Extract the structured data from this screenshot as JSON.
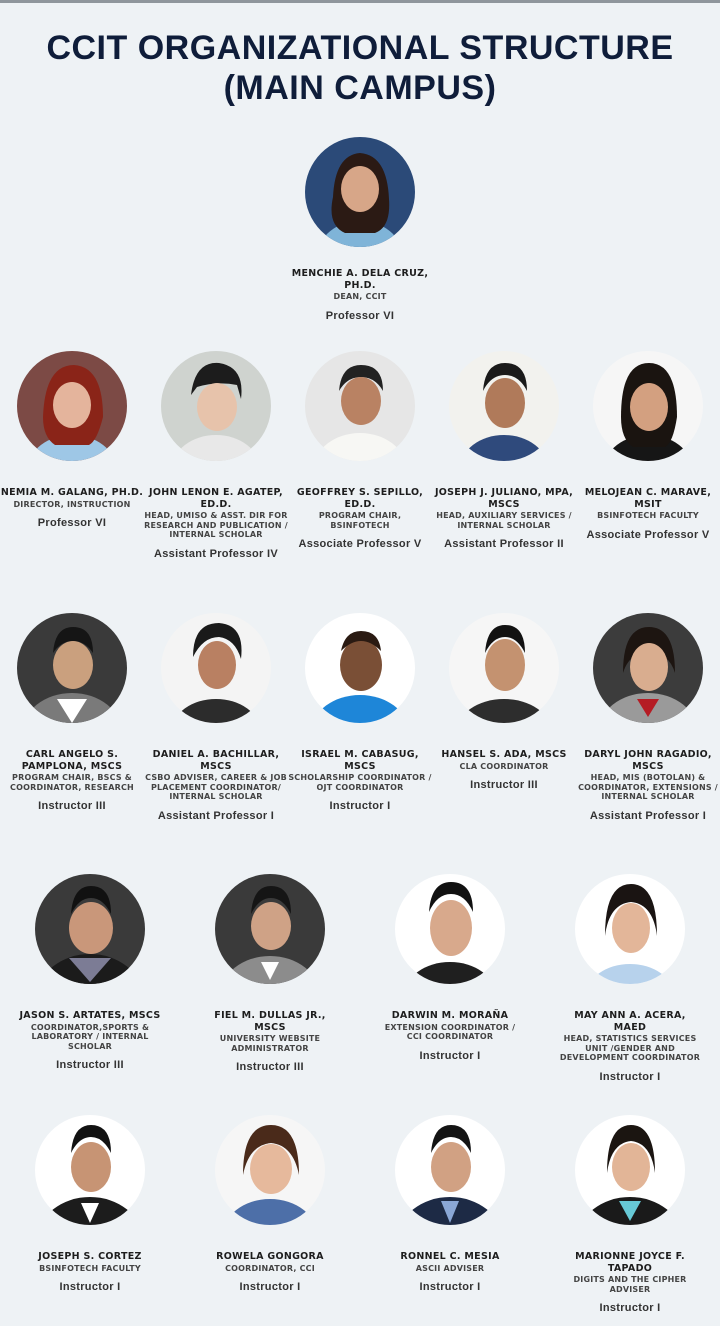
{
  "title": {
    "line1": "CCIT ORGANIZATIONAL STRUCTURE",
    "line2": "(MAIN CAMPUS)"
  },
  "dean": {
    "name": "MENCHIE A. DELA CRUZ, PH.D.",
    "role": "DEAN, CCIT",
    "rank": "Professor VI"
  },
  "row1": [
    {
      "name": "NEMIA M. GALANG, PH.D.",
      "role": "DIRECTOR, INSTRUCTION",
      "rank": "Professor VI"
    },
    {
      "name": "JOHN LENON E. AGATEP, ED.D.",
      "role": "HEAD, UMISO & ASST. DIR FOR RESEARCH AND PUBLICATION / INTERNAL SCHOLAR",
      "rank": "Assistant Professor IV"
    },
    {
      "name": "GEOFFREY S. SEPILLO, ED.D.",
      "role": "PROGRAM CHAIR, BSINFOTECH",
      "rank": "Associate Professor V"
    },
    {
      "name": "JOSEPH J. JULIANO, MPA, MSCS",
      "role": "HEAD, AUXILIARY SERVICES / INTERNAL SCHOLAR",
      "rank": "Assistant Professor II"
    },
    {
      "name": "MELOJEAN C. MARAVE, MSIT",
      "role": "BSINFOTECH FACULTY",
      "rank": "Associate Professor V"
    }
  ],
  "row2": [
    {
      "name": "CARL ANGELO S. PAMPLONA, MSCS",
      "role": "PROGRAM CHAIR, BSCS & COORDINATOR, RESEARCH",
      "rank": "Instructor III"
    },
    {
      "name": "DANIEL A. BACHILLAR, MSCS",
      "role": "CSBO ADVISER, CAREER & JOB PLACEMENT COORDINATOR/ INTERNAL SCHOLAR",
      "rank": "Assistant Professor I"
    },
    {
      "name": "ISRAEL M. CABASUG, MSCS",
      "role": "SCHOLARSHIP COORDINATOR / OJT COORDINATOR",
      "rank": "Instructor I"
    },
    {
      "name": "HANSEL S. ADA, MSCS",
      "role": "CLA COORDINATOR",
      "rank": "Instructor III"
    },
    {
      "name": "DARYL JOHN RAGADIO, MSCS",
      "role": "HEAD, MIS (BOTOLAN) & COORDINATOR, EXTENSIONS / INTERNAL SCHOLAR",
      "rank": "Assistant Professor I"
    }
  ],
  "row3": [
    {
      "name": "JASON S. ARTATES, MSCS",
      "role": "COORDINATOR,SPORTS & LABORATORY / INTERNAL SCHOLAR",
      "rank": "Instructor III"
    },
    {
      "name": "FIEL M. DULLAS JR., MSCS",
      "role": "UNIVERSITY WEBSITE ADMINISTRATOR",
      "rank": "Instructor III"
    },
    {
      "name": "DARWIN M. MORAÑA",
      "role": "EXTENSION COORDINATOR / CCI COORDINATOR",
      "rank": "Instructor I"
    },
    {
      "name": "MAY ANN A. ACERA, MAED",
      "role": "HEAD, STATISTICS SERVICES UNIT /GENDER AND DEVELOPMENT COORDINATOR",
      "rank": "Instructor I"
    }
  ],
  "row4": [
    {
      "name": "JOSEPH S. CORTEZ",
      "role": "BSINFOTECH FACULTY",
      "rank": "Instructor I"
    },
    {
      "name": "ROWELA GONGORA",
      "role": "COORDINATOR, CCI",
      "rank": "Instructor I"
    },
    {
      "name": "RONNEL C. MESIA",
      "role": "ASCII ADVISER",
      "rank": "Instructor I"
    },
    {
      "name": "MARIONNE JOYCE F. TAPADO",
      "role": "DIGITS AND THE CIPHER ADVISER",
      "rank": "Instructor I"
    }
  ]
}
